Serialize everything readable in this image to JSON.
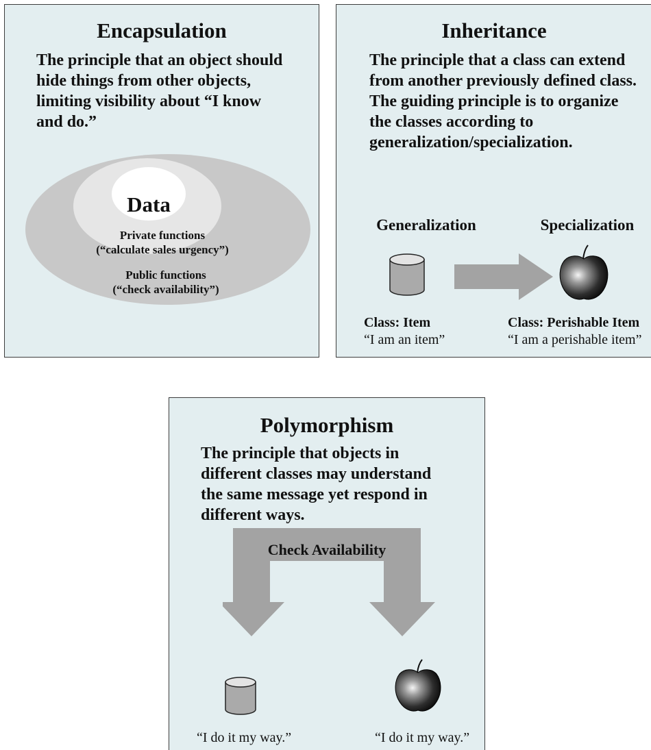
{
  "encapsulation": {
    "title": "Encapsulation",
    "description": "The principle that an object should hide things from other objects, limiting visibility about “I know and do.”",
    "data_label": "Data",
    "private_label": "Private functions",
    "private_example": "(“calculate sales urgency”)",
    "public_label": "Public functions",
    "public_example": "(“check availability”)"
  },
  "inheritance": {
    "title": "Inheritance",
    "description": "The principle that a class can extend from another previously defined class. The guiding principle is to organize the classes according to generalization/specialization.",
    "generalization_label": "Generalization",
    "specialization_label": "Specialization",
    "item_class": "Class: Item",
    "item_quote": "“I am an item”",
    "perishable_class": "Class: Perishable Item",
    "perishable_quote": "“I am a perishable item”"
  },
  "polymorphism": {
    "title": "Polymorphism",
    "description": "The principle that objects in different classes may understand the same message yet respond in different ways.",
    "message_label": "Check Availability",
    "left_response": "“I do it my way.”",
    "right_response": "“I do it my way.”"
  },
  "icons": {
    "item": "cylinder-icon",
    "perishable_item": "apple-icon"
  },
  "colors": {
    "panel_background": "#e3eef0",
    "outer_ring": "#c8c8c8",
    "inner_ring": "#e6e6e6",
    "data_core": "#ffffff",
    "arrow": "#a3a3a3",
    "cylinder_body": "#aaaaaa",
    "cylinder_top": "#e3e3e3",
    "apple_dark": "#111111",
    "apple_highlight": "#f5f5f5"
  }
}
